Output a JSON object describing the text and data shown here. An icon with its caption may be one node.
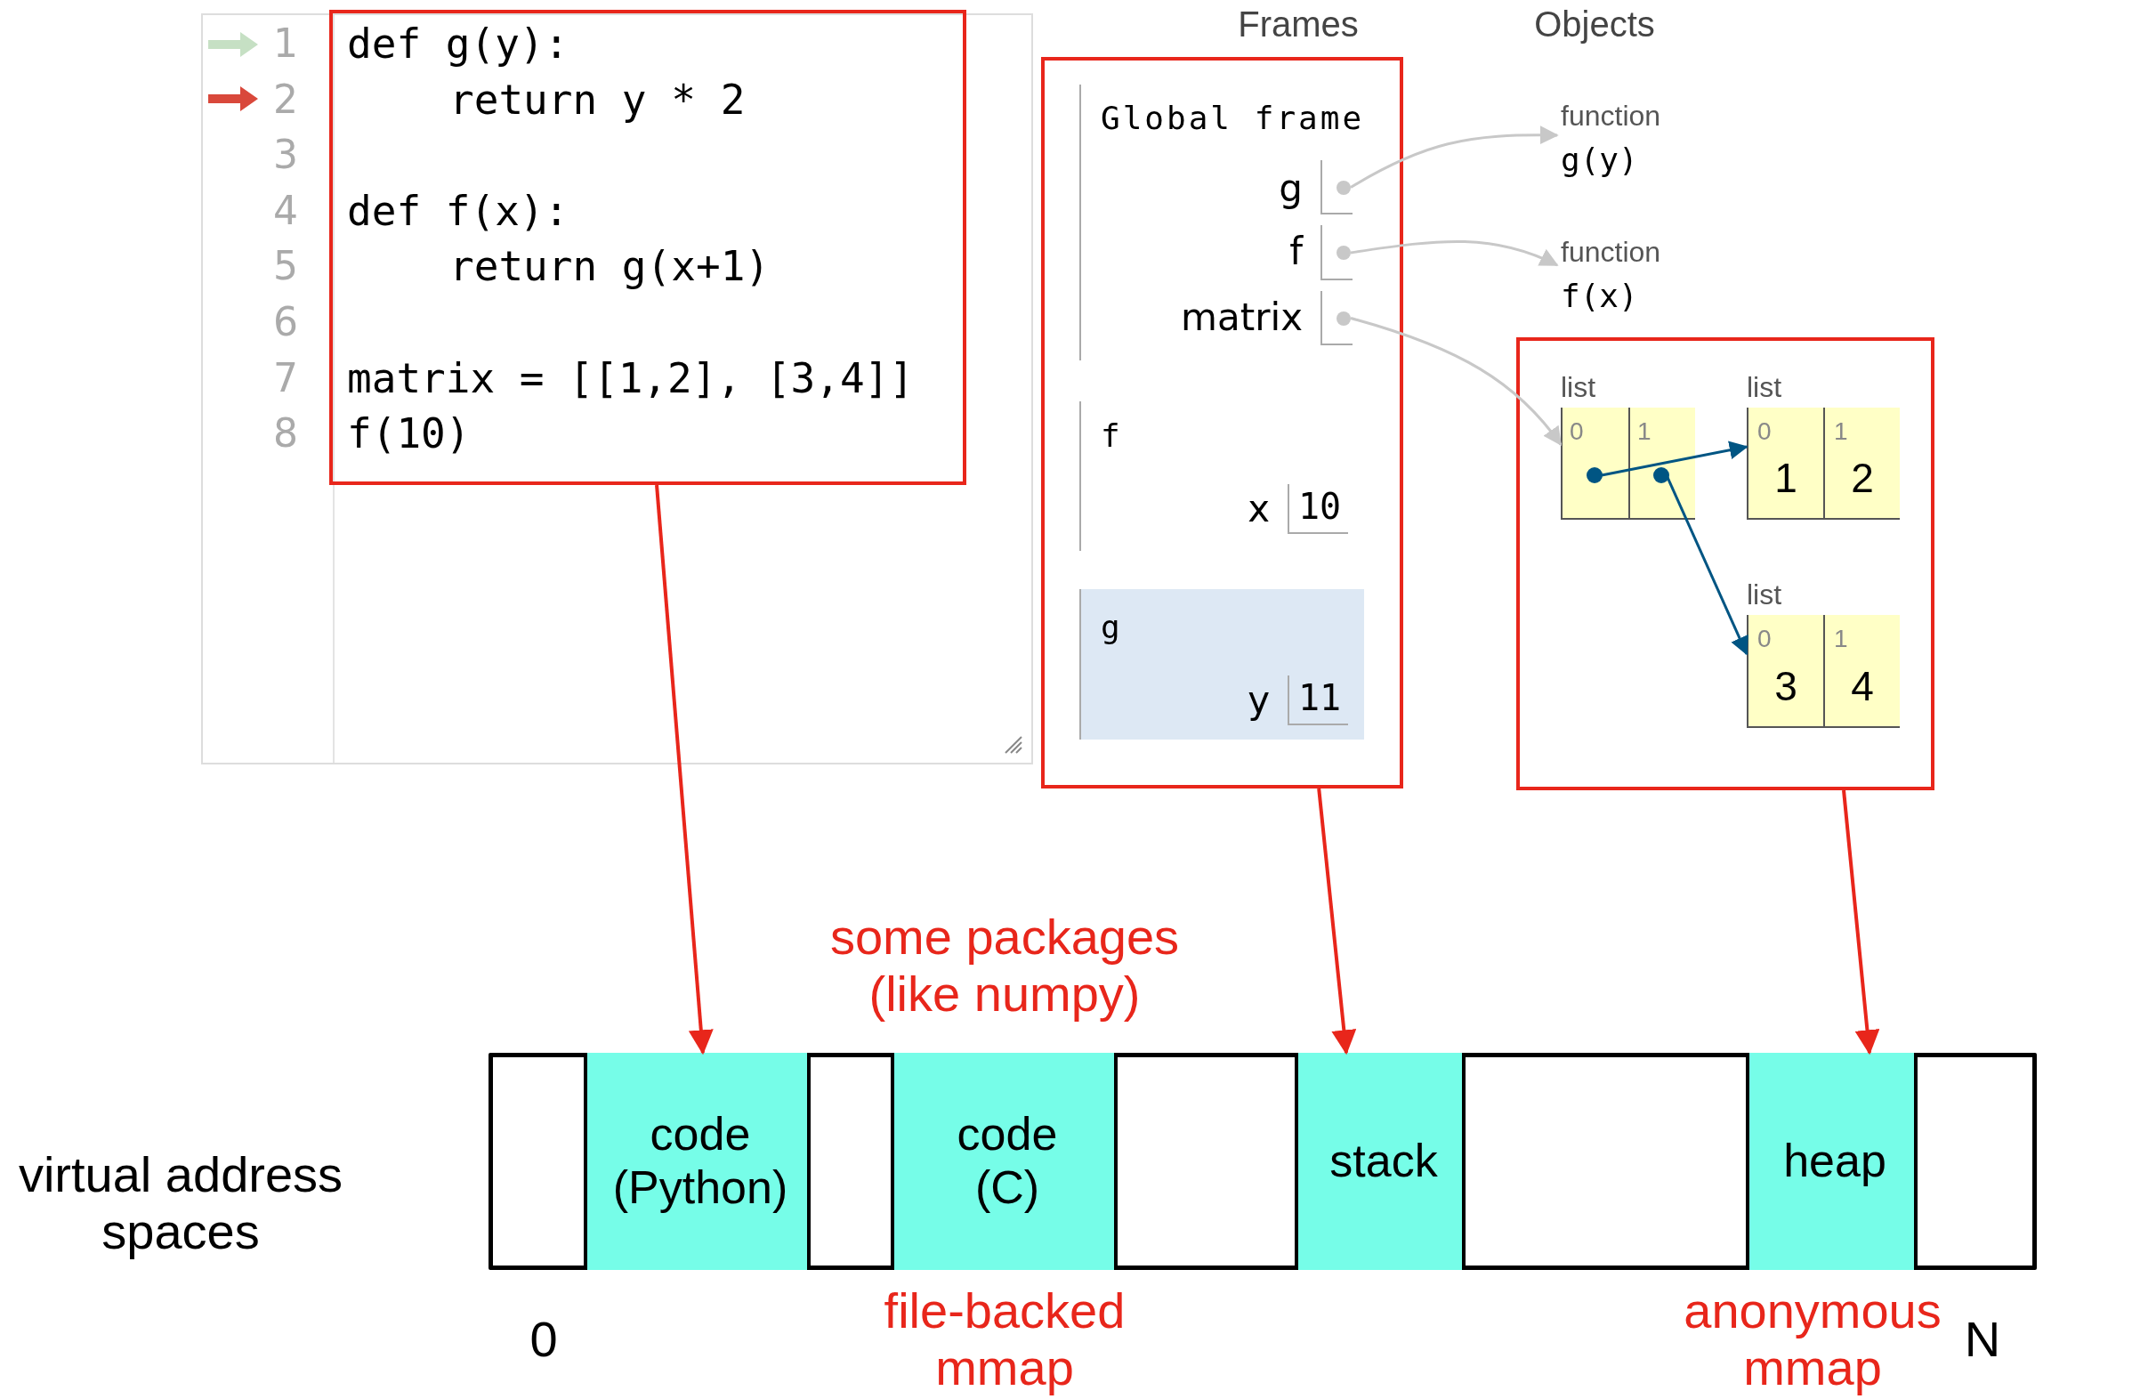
{
  "diagram": {
    "nodes": [
      {
        "text": [
          "1",
          "2",
          "3",
          "4",
          "5",
          "6",
          "7",
          "8"
        ]
      },
      {
        "text": [
          "def g(y):",
          "return y * 2",
          "def f(x):",
          "return g(x+1)",
          "matrix = [[1,2], [3,4]]",
          "f(10)"
        ],
        "in": 0
      },
      {
        "text": [
          "Frames"
        ]
      },
      {
        "text": [
          "Global frame",
          "g",
          "f",
          "matrix"
        ],
        "in": 2
      },
      {
        "text": [],
        "shape": "box",
        "in": 3
      },
      {
        "text": [],
        "shape": "box",
        "in": 3
      },
      {
        "text": [],
        "shape": "box",
        "in": 3
      },
      {
        "text": [
          "f",
          "x",
          "10"
        ],
        "in": 2
      },
      {
        "text": [
          "g",
          "y",
          "11"
        ],
        "in": 2
      },
      {
        "text": [
          "function",
          "g(y)"
        ]
      },
      {
        "text": [
          "function",
          "f(x)"
        ]
      },
      {
        "text": [],
        "shape": "box"
      },
      {
        "text": [
          "list",
          "0",
          "1"
        ],
        "in": 11
      },
      {
        "text": [
          "list",
          "0",
          "1",
          "1",
          "2"
        ],
        "in": 11
      },
      {
        "text": [
          "list",
          "0",
          "1",
          "3",
          "4"
        ],
        "in": 11
      },
      {
        "text": [],
        "shape": "bar"
      },
      {
        "text": [
          "code (Python)"
        ],
        "in": 15
      },
      {
        "text": [
          "code (C)"
        ],
        "in": 15
      },
      {
        "text": [
          "stack"
        ],
        "in": 15
      },
      {
        "text": [
          "heap"
        ],
        "in": 15
      }
    ],
    "edges": [
      {
        "from": 4,
        "to": 9,
        "arrow": "to",
        "color": "#c8c8c8"
      },
      {
        "from": 5,
        "to": 10,
        "arrow": "to",
        "color": "#c8c8c8"
      },
      {
        "from": 6,
        "to": 12,
        "arrow": "to",
        "color": "#c8c8c8"
      },
      {
        "from": 12,
        "to": 13,
        "arrow": "to",
        "color": "#005583"
      },
      {
        "from": 12,
        "to": 14,
        "arrow": "to",
        "color": "#005583"
      },
      {
        "from": 1,
        "to": 16,
        "arrow": "to",
        "color": "#e8261b"
      },
      {
        "from": 2,
        "to": 18,
        "arrow": "to",
        "color": "#e8261b"
      },
      {
        "from": 11,
        "to": 19,
        "arrow": "to",
        "color": "#e8261b"
      }
    ],
    "labels": [
      "Objects",
      "some packages (like numpy)",
      "virtual address spaces",
      "0",
      "file-backed mmap",
      "anonymous mmap",
      "N"
    ]
  }
}
